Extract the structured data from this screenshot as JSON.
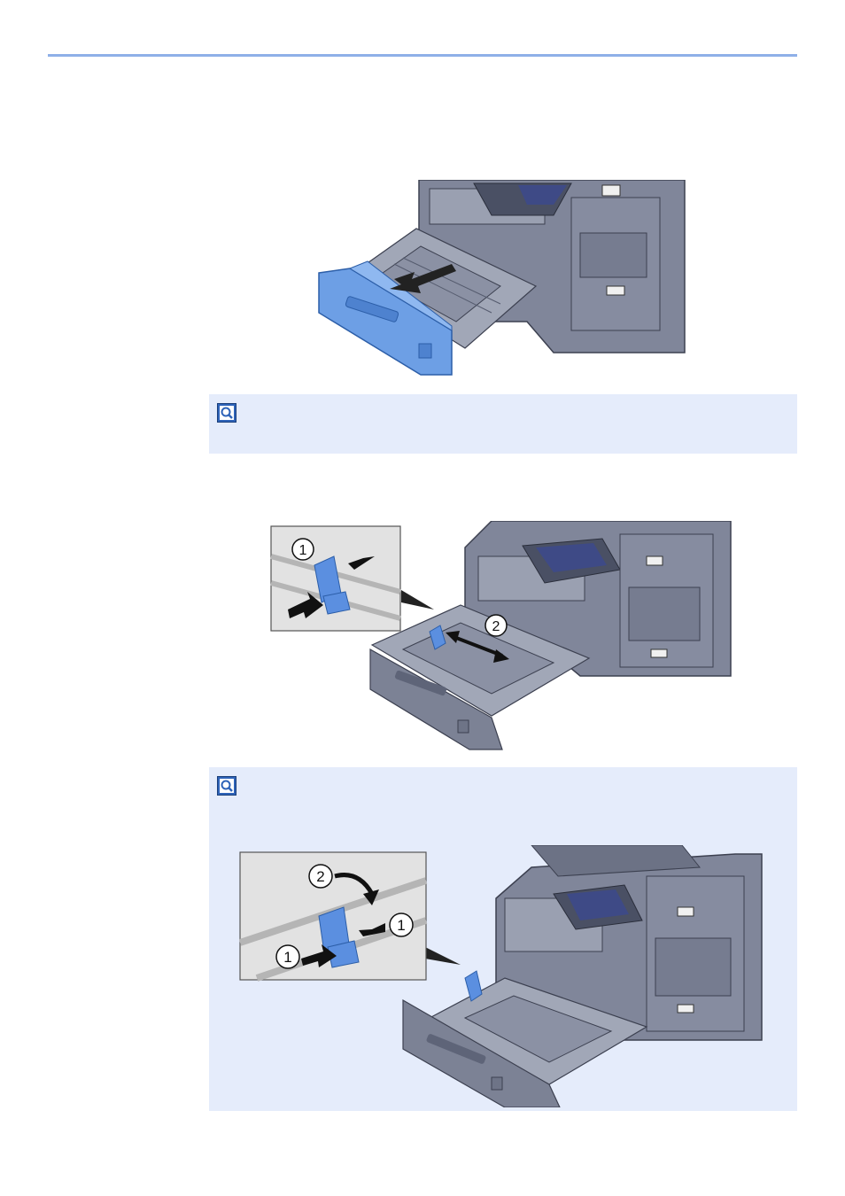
{
  "page": {
    "header_rule_color": "#8fb0e8",
    "note_background": "#e5ecfb"
  },
  "figure1": {
    "icon_name": "pull-out-cassette-illustration",
    "cassette_color": "#6b9be0",
    "machine_color": "#7c8193"
  },
  "note1": {
    "icon_name": "note-icon"
  },
  "figure2": {
    "icon_name": "adjust-width-guide-illustration",
    "callout_1": "1",
    "callout_2": "2",
    "guide_color": "#5b8fe0"
  },
  "note2": {
    "icon_name": "note-icon",
    "figure": {
      "icon_name": "fold-down-guide-illustration",
      "callout_1a": "1",
      "callout_1b": "1",
      "callout_2": "2"
    }
  }
}
